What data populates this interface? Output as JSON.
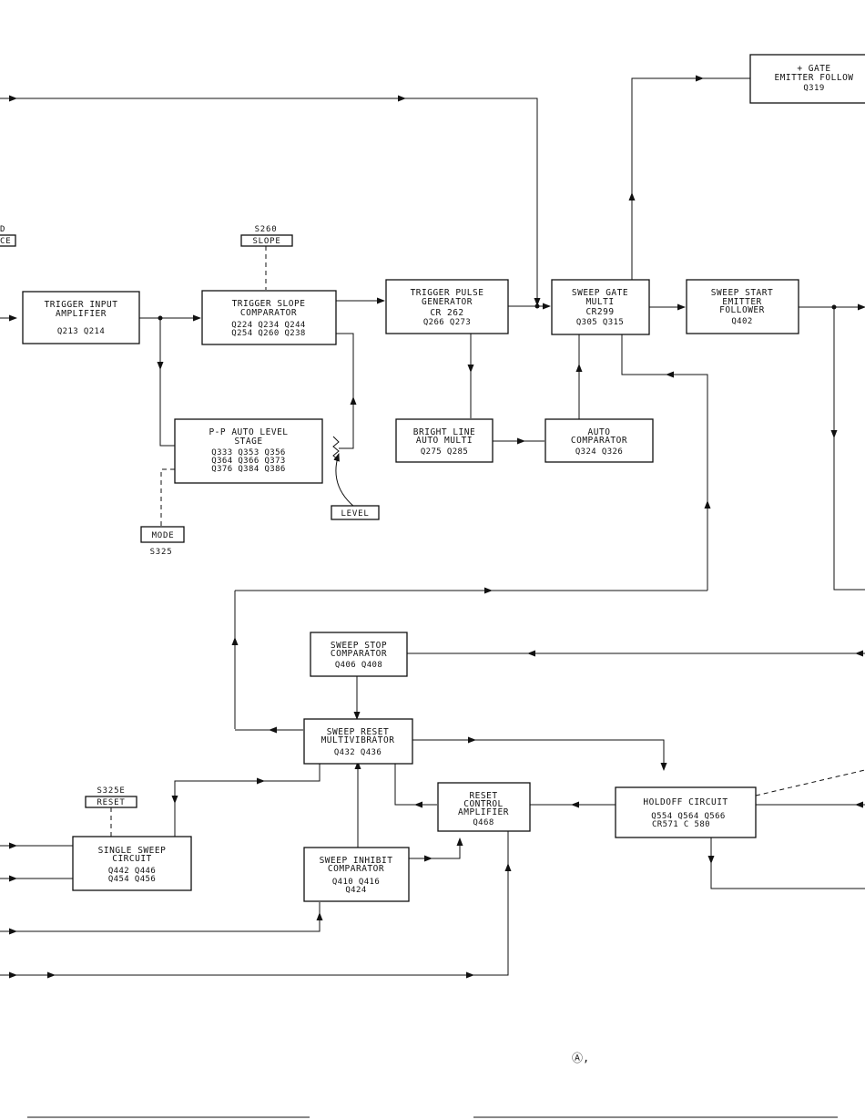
{
  "blocks": {
    "trigger_input": {
      "title1": "TRIGGER INPUT",
      "title2": "AMPLIFIER",
      "parts1": "Q213   Q214"
    },
    "trigger_slope": {
      "title1": "TRIGGER SLOPE",
      "title2": "COMPARATOR",
      "parts1": "Q224  Q234  Q244",
      "parts2": "Q254  Q260  Q238"
    },
    "trigger_pulse": {
      "title1": "TRIGGER PULSE",
      "title2": "GENERATOR",
      "title3": "CR 262",
      "parts1": "Q266           Q273"
    },
    "sweep_gate": {
      "title1": "SWEEP GATE",
      "title2": "MULTI",
      "title3": "CR299",
      "parts1": "Q305     Q315"
    },
    "sweep_start": {
      "title1": "SWEEP START",
      "title2": "EMITTER",
      "title3": "FOLLOWER",
      "parts1": "Q402"
    },
    "gate_ef": {
      "title1": "+ GATE",
      "title2": "EMITTER FOLLOW",
      "parts1": "Q319"
    },
    "pp_auto": {
      "title1": "P-P AUTO LEVEL",
      "title2": "STAGE",
      "parts1": "Q333    Q353    Q356",
      "parts2": "Q364    Q366    Q373",
      "parts3": "Q376    Q384    Q386"
    },
    "bright_line": {
      "title1": "BRIGHT LINE",
      "title2": "AUTO MULTI",
      "parts1": "Q275   Q285"
    },
    "auto_comp": {
      "title1": "AUTO",
      "title2": "COMPARATOR",
      "parts1": "Q324     Q326"
    },
    "sweep_stop": {
      "title1": "SWEEP STOP",
      "title2": "COMPARATOR",
      "parts1": "Q406   Q408"
    },
    "sweep_reset": {
      "title1": "SWEEP RESET",
      "title2": "MULTIVIBRATOR",
      "parts1": "Q432       Q436"
    },
    "reset_control": {
      "title1": "RESET",
      "title2": "CONTROL",
      "title3": "AMPLIFIER",
      "parts1": "Q468"
    },
    "holdoff": {
      "title1": "HOLDOFF  CIRCUIT",
      "parts1": "Q554  Q564  Q566",
      "parts2": "CR571       C 580"
    },
    "single_sweep": {
      "title1": "SINGLE  SWEEP",
      "title2": "CIRCUIT",
      "parts1": "Q442      Q446",
      "parts2": "Q454      Q456"
    },
    "sweep_inhibit": {
      "title1": "SWEEP INHIBIT",
      "title2": "COMPARATOR",
      "parts1": "Q410     Q416",
      "parts2": "Q424"
    }
  },
  "controls": {
    "slope": {
      "ref": "S260",
      "label": "SLOPE"
    },
    "level": {
      "label": "LEVEL"
    },
    "mode": {
      "ref": "S325",
      "label": "MODE"
    },
    "reset": {
      "ref": "S325E",
      "label": "RESET"
    },
    "source_partial": {
      "ref": "D",
      "label": "CE"
    }
  },
  "page_mark": "Ⓐ,"
}
